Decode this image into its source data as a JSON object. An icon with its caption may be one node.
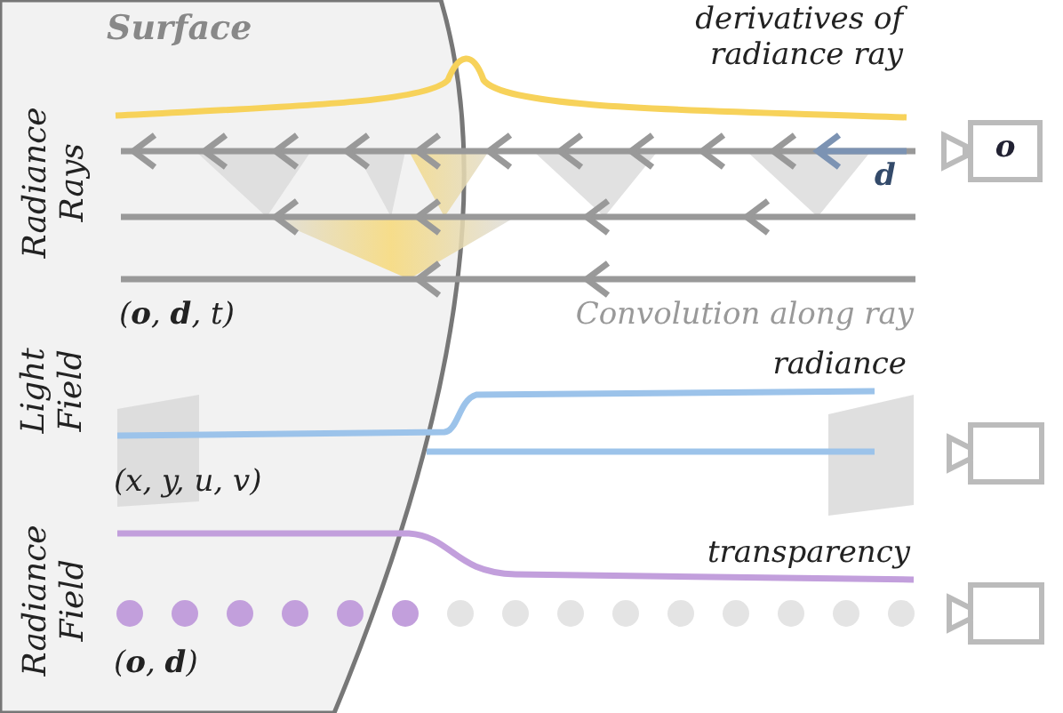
{
  "diagram": {
    "nodes": [
      {
        "text": [
          "*o*"
        ]
      }
    ],
    "labels": [
      "Surface",
      "derivatives of radiance ray",
      "Radiance Rays",
      "**d**",
      "(**o**, **d**, *t*)",
      "Convolution along ray",
      "Light Field",
      "radiance",
      "(*x*, *y*, *u*, *v*)",
      "transparency",
      "Radiance Field",
      "(**o**, **d**)"
    ]
  }
}
